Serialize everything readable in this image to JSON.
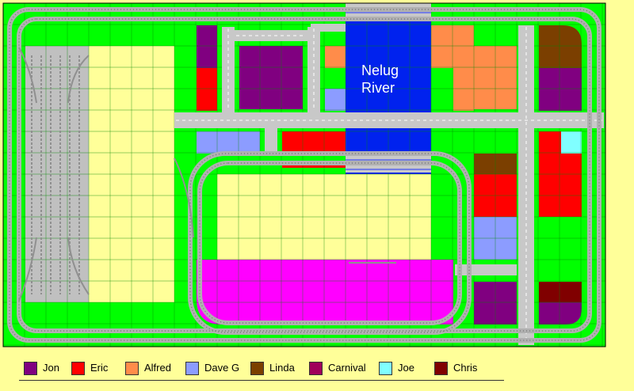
{
  "river": {
    "line1": "Nelug",
    "line2": "River"
  },
  "colors": {
    "background": "#ffff99",
    "baseplate": "#00ff00",
    "grid": "#008800",
    "track": "#c0c0c0",
    "road": "#c8c8c8",
    "river": "#0022ee",
    "pavement": "#c0c0c0",
    "carnival_area": "#ff00ff"
  },
  "legend": [
    {
      "name": "Jon",
      "color": "#800080"
    },
    {
      "name": "Eric",
      "color": "#ff0000"
    },
    {
      "name": "Alfred",
      "color": "#ff8c4a"
    },
    {
      "name": "Dave G",
      "color": "#8c9cff"
    },
    {
      "name": "Linda",
      "color": "#7b3f00"
    },
    {
      "name": "Carnival",
      "color": "#a0005a"
    },
    {
      "name": "Joe",
      "color": "#80ffff"
    },
    {
      "name": "Chris",
      "color": "#800000"
    }
  ]
}
